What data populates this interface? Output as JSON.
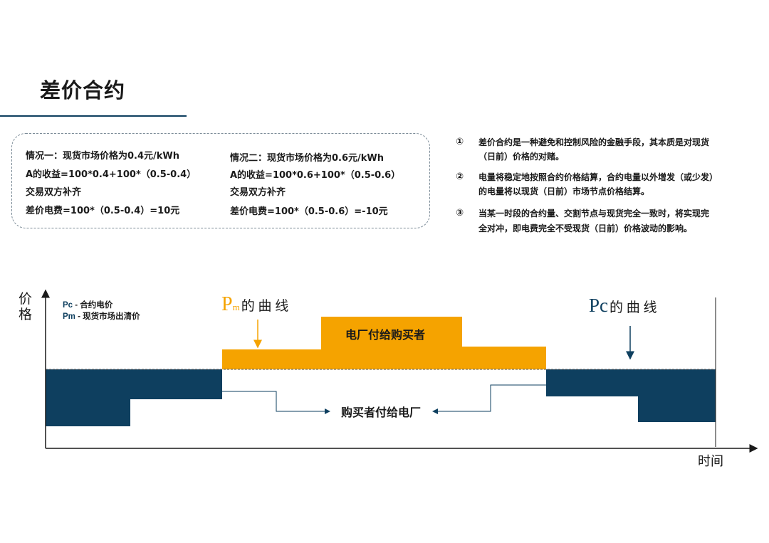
{
  "title": "差价合约",
  "cases": {
    "case1": {
      "line1": "情况一：现货市场价格为0.4元/kWh",
      "line2": "A的收益=100*0.4+100*（0.5-0.4）",
      "line3": "交易双方补齐",
      "line4": "差价电费=100*（0.5-0.4）=10元"
    },
    "case2": {
      "line1": "情况二：现货市场价格为0.6元/kWh",
      "line2": "A的收益=100*0.6+100*（0.5-0.6）",
      "line3": "交易双方补齐",
      "line4": "差价电费=100*（0.5-0.6）=-10元"
    }
  },
  "notes": [
    {
      "num": "①",
      "line1": "差价合约是一种避免和控制风险的金融手段，其本质是对现货",
      "line2": "（日前）价格的对赌。"
    },
    {
      "num": "②",
      "line1": "电量将稳定地按照合约价格结算，合约电量以外增发（或少发）",
      "line2": "的电量将以现货（日前）市场节点价格结算。"
    },
    {
      "num": "③",
      "line1": "当某一时段的合约量、交割节点与现货完全一致时，将实现完",
      "line2": "全对冲，即电费完全不受现货（日前）价格波动的影响。"
    }
  ],
  "diagram": {
    "y_axis_label_1": "价",
    "y_axis_label_2": "格",
    "x_axis_label": "时间",
    "legend_pc_symbol": "Pc",
    "legend_pc_text": " - 合约电价",
    "legend_pm_symbol": "Pm",
    "legend_pm_text": " - 现货市场出清价",
    "pm_curve_p": "P",
    "pm_curve_sub": "m",
    "pm_curve_text": "的 曲 线",
    "pc_curve_symbol": "Pc",
    "pc_curve_text": "的 曲 线",
    "label_plant_pays": "电厂付给购买者",
    "label_buyer_pays": "购买者付给电厂",
    "colors": {
      "navy": "#0e3f5f",
      "orange": "#f5a300"
    }
  }
}
